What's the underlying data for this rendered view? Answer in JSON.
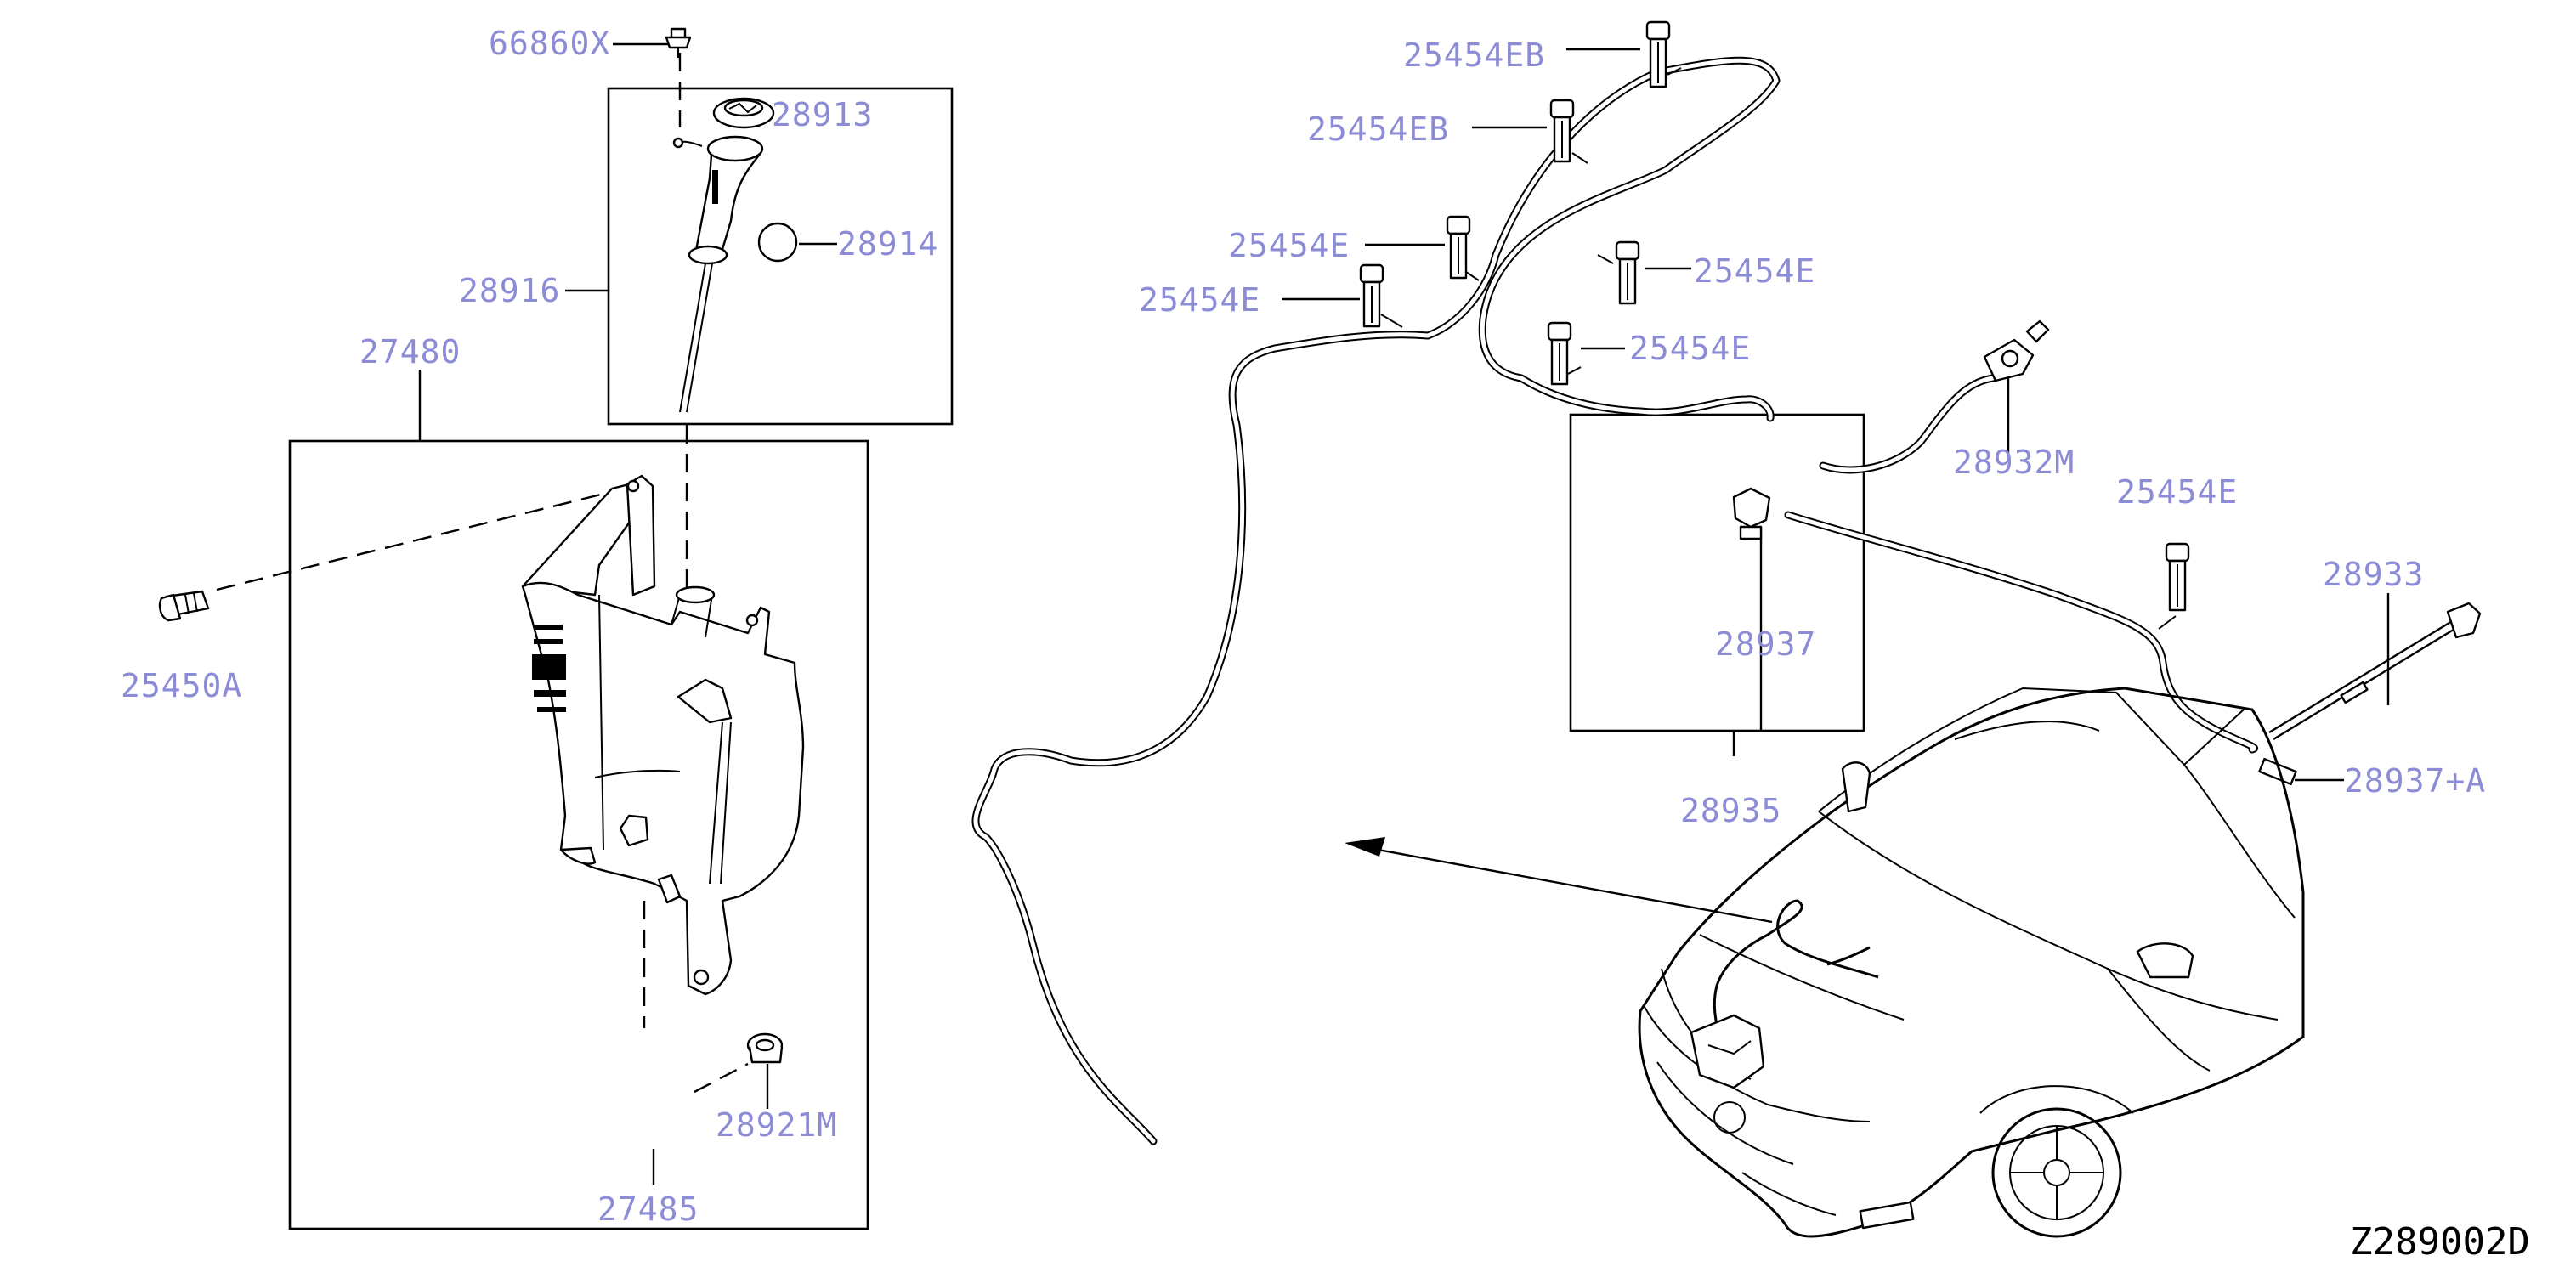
{
  "diagram": {
    "code": "Z289002D",
    "labels": {
      "p66860x": "66860X",
      "p28913": "28913",
      "p28914": "28914",
      "p28916": "28916",
      "p27480": "27480",
      "p25450a": "25450A",
      "p28921m": "28921M",
      "p27485": "27485",
      "p25454eb_1": "25454EB",
      "p25454eb_2": "25454EB",
      "p25454e_1": "25454E",
      "p25454e_2": "25454E",
      "p25454e_3": "25454E",
      "p25454e_4": "25454E",
      "p25454e_5": "25454E",
      "p28932m": "28932M",
      "p28937": "28937",
      "p28935": "28935",
      "p28933": "28933",
      "p28937a": "28937+A"
    }
  },
  "colors": {
    "label": "#8c8cd6",
    "line": "#000000",
    "background": "#ffffff"
  }
}
